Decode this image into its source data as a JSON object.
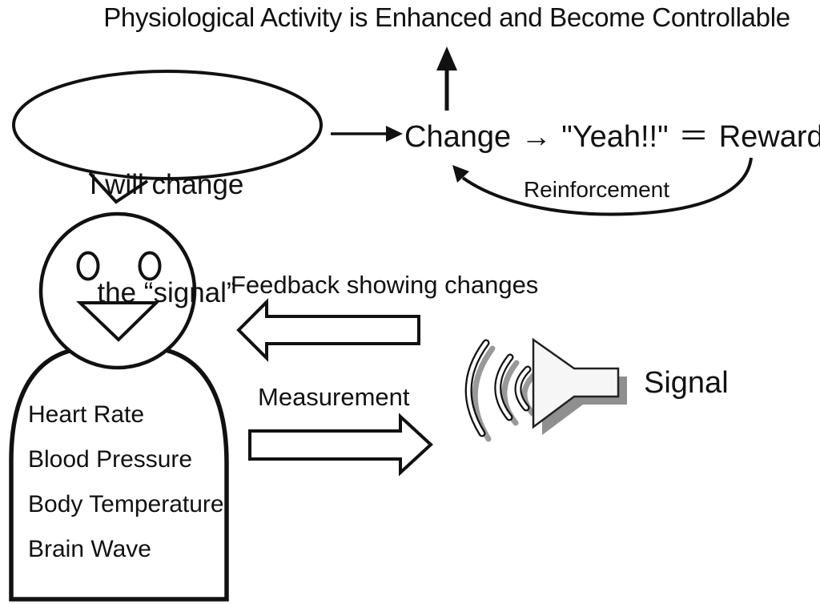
{
  "title": "Physiological Activity is Enhanced and Become Controllable",
  "speech_bubble": {
    "line1": "I will change",
    "line2": "the “signal”"
  },
  "process": {
    "change_line": "Change → \"Yeah!!\" ＝ Reward",
    "reinforcement_label": "Reinforcement"
  },
  "labels": {
    "feedback": "Feedback showing changes",
    "measurement": "Measurement",
    "signal": "Signal"
  },
  "person": {
    "metrics": [
      "Heart Rate",
      "Blood Pressure",
      "Body Temperature",
      "Brain Wave"
    ]
  },
  "colors": {
    "ink": "#111111",
    "speaker_fill": "#f6f6f6",
    "shadow_gray": "#8f8f8f",
    "wave_shadow": "#999999",
    "background": "#ffffff"
  },
  "icons": {
    "speaker": "speaker-horn",
    "sound_waves": "sound-wave-arcs",
    "person": "smiley-person-figure"
  }
}
